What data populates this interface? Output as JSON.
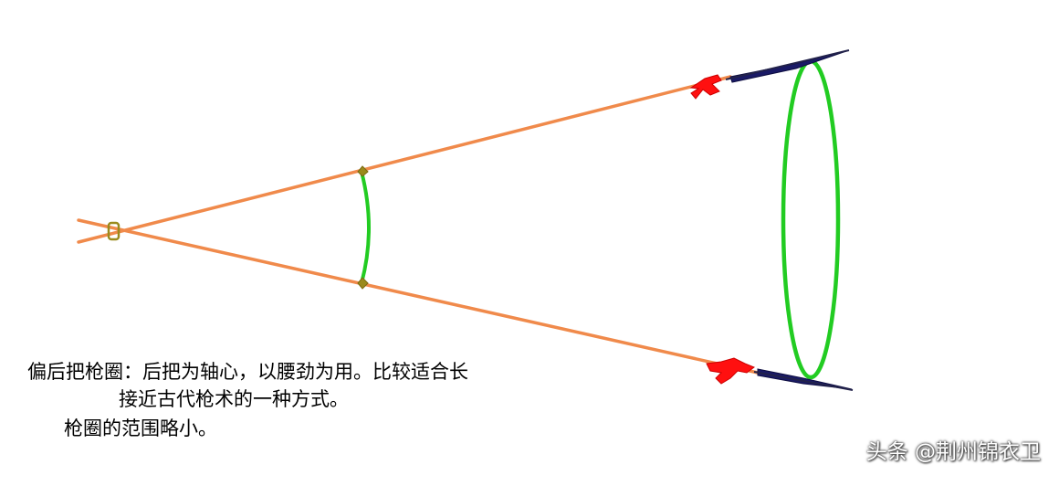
{
  "caption": {
    "line1": "偏后把枪圈：后把为轴心，以腰劲为用。比较适合长",
    "line2": "接近古代枪术的一种方式。",
    "line3": "枪圈的范围略小。"
  },
  "watermark": "头条 @荆州锦衣卫",
  "colors": {
    "spear_shaft": "#f08a4b",
    "circle_green": "#22cc22",
    "spear_tip_dark": "#1a1a66",
    "red_tassel": "#ff1010",
    "pivot_olive": "#9a8a1c"
  },
  "icons": [
    "pivot-hand-icon",
    "small-arc-icon",
    "large-ellipse-icon",
    "red-tassel-icon",
    "spear-tip-icon"
  ]
}
